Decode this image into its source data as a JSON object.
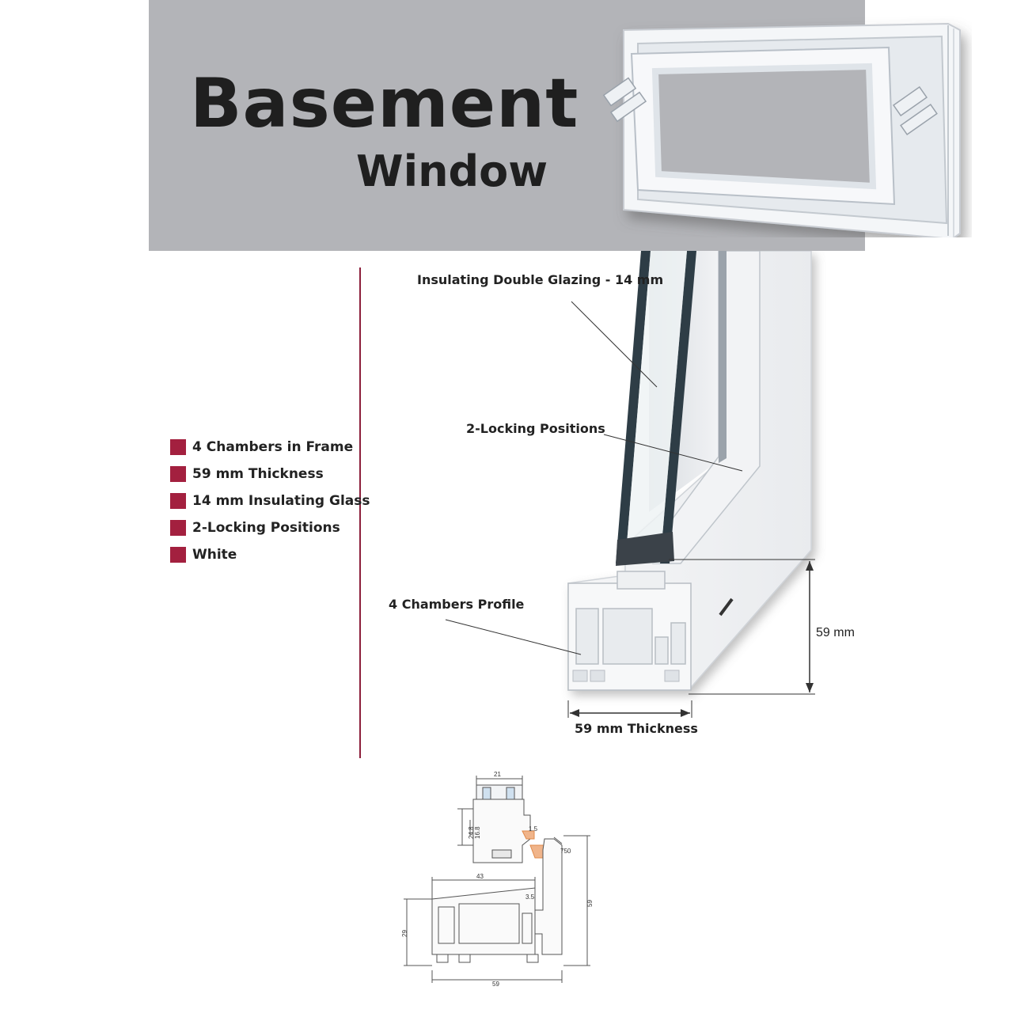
{
  "header": {
    "title_main": "Basement",
    "title_sub": "Window"
  },
  "features": [
    {
      "label": "4 Chambers in Frame"
    },
    {
      "label": "59 mm Thickness"
    },
    {
      "label": "14 mm Insulating Glass"
    },
    {
      "label": "2-Locking Positions"
    },
    {
      "label": "White"
    }
  ],
  "callouts": {
    "glazing": "Insulating Double Glazing - 14 mm",
    "locking": "2-Locking Positions",
    "chambers": "4 Chambers Profile",
    "height_dim": "59 mm",
    "thickness_dim": "59 mm Thickness"
  },
  "drawing_dims": {
    "d21": "21",
    "d248": "24.8",
    "d168": "16.8",
    "d15": "1.5",
    "d750": "750",
    "d43": "43",
    "d35": "3.5",
    "d29": "29",
    "d59h": "59",
    "d59w": "59"
  },
  "colors": {
    "accent": "#a3203f",
    "divider": "#8c1f3c",
    "banner": "#b3b4b8",
    "seal": "#e08a4a"
  }
}
